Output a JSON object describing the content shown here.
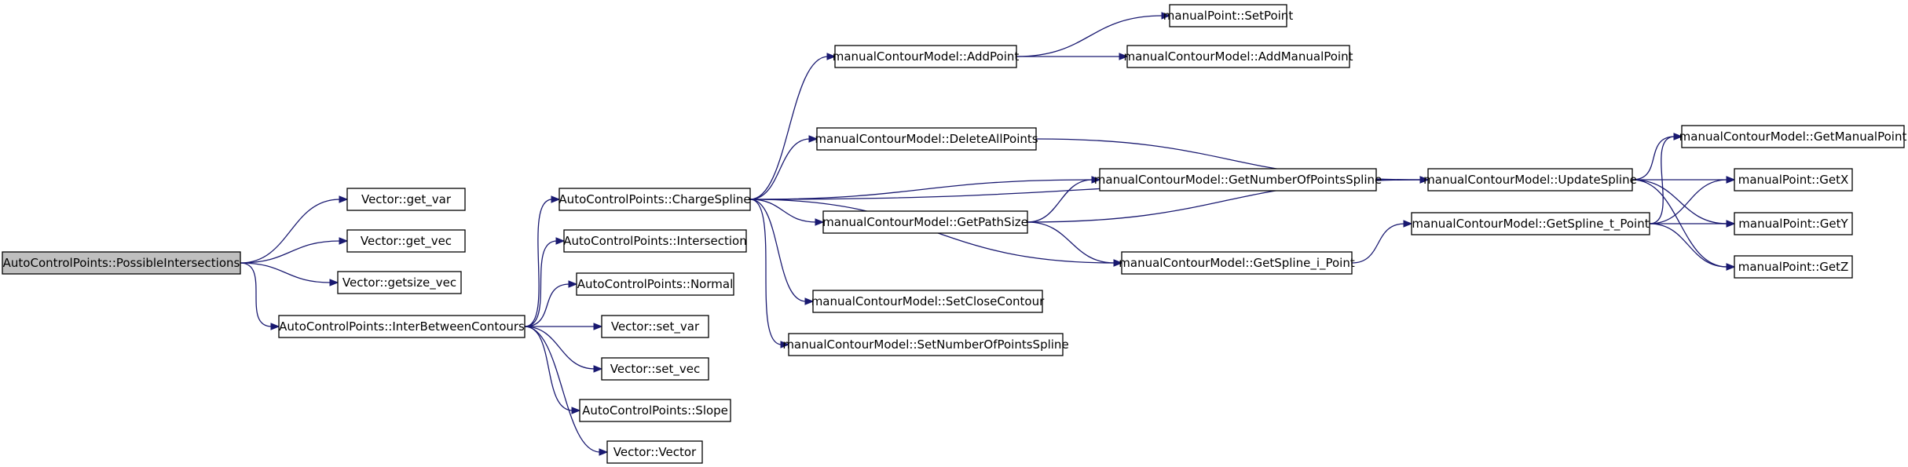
{
  "diagram": {
    "type": "call-graph",
    "colors": {
      "edge": "#191970",
      "root_fill": "#bfbfbf",
      "node_fill": "#ffffff",
      "border": "#000000"
    },
    "nodes": [
      {
        "id": "n0",
        "label": "AutoControlPoints::PossibleIntersections"
      },
      {
        "id": "n1",
        "label": "Vector::get_var"
      },
      {
        "id": "n2",
        "label": "Vector::get_vec"
      },
      {
        "id": "n3",
        "label": "Vector::getsize_vec"
      },
      {
        "id": "n4",
        "label": "AutoControlPoints::InterBetweenContours"
      },
      {
        "id": "n5",
        "label": "AutoControlPoints::ChargeSpline"
      },
      {
        "id": "n6",
        "label": "AutoControlPoints::Intersection"
      },
      {
        "id": "n7",
        "label": "AutoControlPoints::Normal"
      },
      {
        "id": "n8",
        "label": "Vector::set_var"
      },
      {
        "id": "n9",
        "label": "Vector::set_vec"
      },
      {
        "id": "n10",
        "label": "AutoControlPoints::Slope"
      },
      {
        "id": "n11",
        "label": "Vector::Vector"
      },
      {
        "id": "n12",
        "label": "manualContourModel::AddPoint"
      },
      {
        "id": "n13",
        "label": "manualContourModel::DeleteAllPoints"
      },
      {
        "id": "n14",
        "label": "manualContourModel::GetPathSize"
      },
      {
        "id": "n15",
        "label": "manualContourModel::SetCloseContour"
      },
      {
        "id": "n16",
        "label": "manualContourModel::SetNumberOfPointsSpline"
      },
      {
        "id": "n17",
        "label": "manualPoint::SetPoint"
      },
      {
        "id": "n18",
        "label": "manualContourModel::AddManualPoint"
      },
      {
        "id": "n19",
        "label": "manualContourModel::GetNumberOfPointsSpline"
      },
      {
        "id": "n20",
        "label": "manualContourModel::GetSpline_i_Point"
      },
      {
        "id": "n21",
        "label": "manualContourModel::UpdateSpline"
      },
      {
        "id": "n22",
        "label": "manualContourModel::GetSpline_t_Point"
      },
      {
        "id": "n23",
        "label": "manualContourModel::GetManualPoint"
      },
      {
        "id": "n24",
        "label": "manualPoint::GetX"
      },
      {
        "id": "n25",
        "label": "manualPoint::GetY"
      },
      {
        "id": "n26",
        "label": "manualPoint::GetZ"
      }
    ],
    "edges": [
      [
        "n0",
        "n1"
      ],
      [
        "n0",
        "n2"
      ],
      [
        "n0",
        "n3"
      ],
      [
        "n0",
        "n4"
      ],
      [
        "n4",
        "n5"
      ],
      [
        "n4",
        "n6"
      ],
      [
        "n4",
        "n7"
      ],
      [
        "n4",
        "n8"
      ],
      [
        "n4",
        "n9"
      ],
      [
        "n4",
        "n10"
      ],
      [
        "n4",
        "n11"
      ],
      [
        "n5",
        "n12"
      ],
      [
        "n5",
        "n21"
      ],
      [
        "n5",
        "n13"
      ],
      [
        "n5",
        "n19"
      ],
      [
        "n5",
        "n14"
      ],
      [
        "n5",
        "n20"
      ],
      [
        "n5",
        "n15"
      ],
      [
        "n5",
        "n16"
      ],
      [
        "n12",
        "n17"
      ],
      [
        "n12",
        "n18"
      ],
      [
        "n13",
        "n21"
      ],
      [
        "n14",
        "n19"
      ],
      [
        "n14",
        "n21"
      ],
      [
        "n14",
        "n20"
      ],
      [
        "n20",
        "n22"
      ],
      [
        "n21",
        "n23"
      ],
      [
        "n21",
        "n24"
      ],
      [
        "n21",
        "n25"
      ],
      [
        "n21",
        "n26"
      ],
      [
        "n22",
        "n24"
      ],
      [
        "n22",
        "n25"
      ],
      [
        "n22",
        "n26"
      ],
      [
        "n22",
        "n23"
      ]
    ]
  }
}
